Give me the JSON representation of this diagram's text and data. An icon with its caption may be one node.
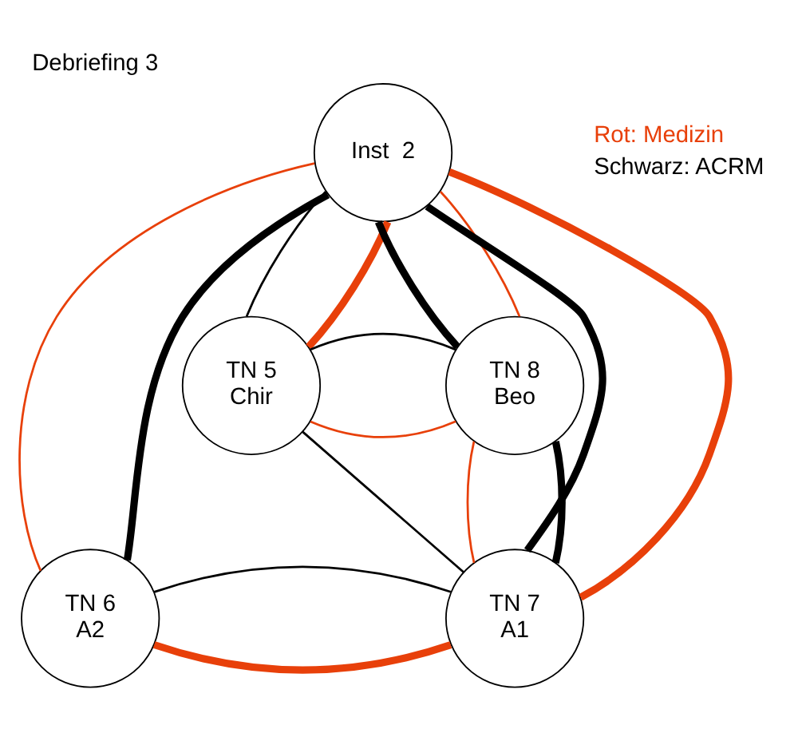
{
  "diagram": {
    "title": "Debriefing 3",
    "nodes": [
      {
        "text": [
          "Inst  2"
        ]
      },
      {
        "text": [
          "TN 5",
          "Chir"
        ]
      },
      {
        "text": [
          "TN 8",
          "Beo"
        ]
      },
      {
        "text": [
          "TN 6",
          "A2"
        ]
      },
      {
        "text": [
          "TN 7",
          "A1"
        ]
      }
    ],
    "edges": [
      {
        "from": 0,
        "to": 1,
        "arrow": "none"
      },
      {
        "from": 0,
        "to": 1,
        "arrow": "none",
        "style": "thick",
        "color": "#e8400a"
      },
      {
        "from": 0,
        "to": 2,
        "arrow": "none",
        "style": "thick"
      },
      {
        "from": 0,
        "to": 2,
        "arrow": "none",
        "color": "#e8400a"
      },
      {
        "from": 0,
        "to": 4,
        "arrow": "none",
        "style": "thick"
      },
      {
        "from": 0,
        "to": 4,
        "arrow": "none",
        "style": "thick",
        "color": "#e8400a"
      },
      {
        "from": 0,
        "to": 3,
        "arrow": "none",
        "color": "#e8400a"
      },
      {
        "from": 0,
        "to": 3,
        "arrow": "none",
        "style": "thick"
      },
      {
        "from": 1,
        "to": 2,
        "arrow": "none",
        "color": "#e8400a"
      },
      {
        "from": 1,
        "to": 2,
        "arrow": "none"
      },
      {
        "from": 1,
        "to": 4,
        "arrow": "none"
      },
      {
        "from": 2,
        "to": 4,
        "arrow": "none",
        "color": "#e8400a"
      },
      {
        "from": 2,
        "to": 4,
        "arrow": "none",
        "style": "thick"
      },
      {
        "from": 3,
        "to": 4,
        "arrow": "none",
        "style": "thick",
        "color": "#e8400a"
      },
      {
        "from": 3,
        "to": 4,
        "arrow": "none"
      }
    ],
    "legend": [
      {
        "text": "Rot: Medizin",
        "color": "#e8400a"
      },
      {
        "text": "Schwarz: ACRM",
        "color": "#000000"
      }
    ]
  }
}
